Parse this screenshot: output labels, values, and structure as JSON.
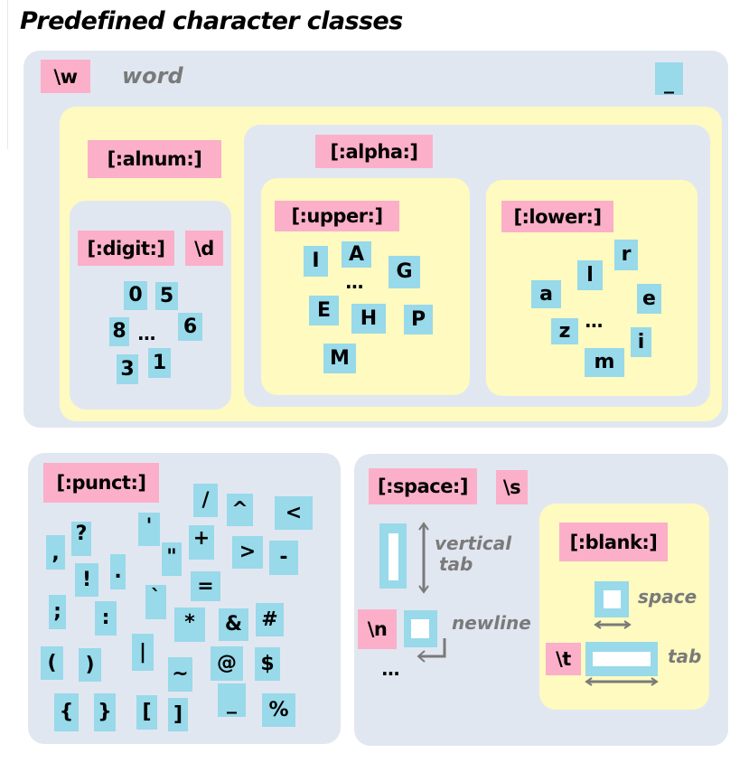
{
  "title": "Predefined character classes",
  "colors": {
    "outer_region": "#e1e7f1",
    "inner_region": "#fefac0",
    "class_label": "#fbafc9",
    "character_tile": "#98d9ea",
    "annotation_text": "#7a7a7a"
  },
  "word": {
    "label": "\\w",
    "caption": "word",
    "underscore": "_",
    "alnum": {
      "label": "[:alnum:]",
      "digit": {
        "label": "[:digit:]",
        "alias": "\\d",
        "chars": [
          "0",
          "5",
          "8",
          "6",
          "3",
          "1"
        ],
        "ellipsis": "..."
      },
      "alpha": {
        "label": "[:alpha:]",
        "upper": {
          "label": "[:upper:]",
          "chars": [
            "I",
            "A",
            "G",
            "E",
            "H",
            "P",
            "M"
          ],
          "ellipsis": "..."
        },
        "lower": {
          "label": "[:lower:]",
          "chars": [
            "r",
            "l",
            "a",
            "e",
            "z",
            "i",
            "m"
          ],
          "ellipsis": "..."
        }
      }
    }
  },
  "punct": {
    "label": "[:punct:]",
    "chars": [
      ",",
      "?",
      "'",
      "\"",
      "+",
      ">",
      "-",
      "!",
      ".",
      "=",
      "`",
      ";",
      ":",
      "*",
      "&",
      "#",
      "/",
      "^",
      "<",
      "(",
      ")",
      "|",
      "~",
      "@",
      "$",
      "{",
      "}",
      "[",
      "]",
      "_",
      "%"
    ]
  },
  "space": {
    "label": "[:space:]",
    "alias": "\\s",
    "vertical_tab": "vertical\ntab",
    "vertical_tab_line1": "vertical",
    "vertical_tab_line2": "tab",
    "newline_alias": "\\n",
    "newline": "newline",
    "ellipsis": "...",
    "blank": {
      "label": "[:blank:]",
      "space": "space",
      "tab_alias": "\\t",
      "tab": "tab"
    }
  }
}
